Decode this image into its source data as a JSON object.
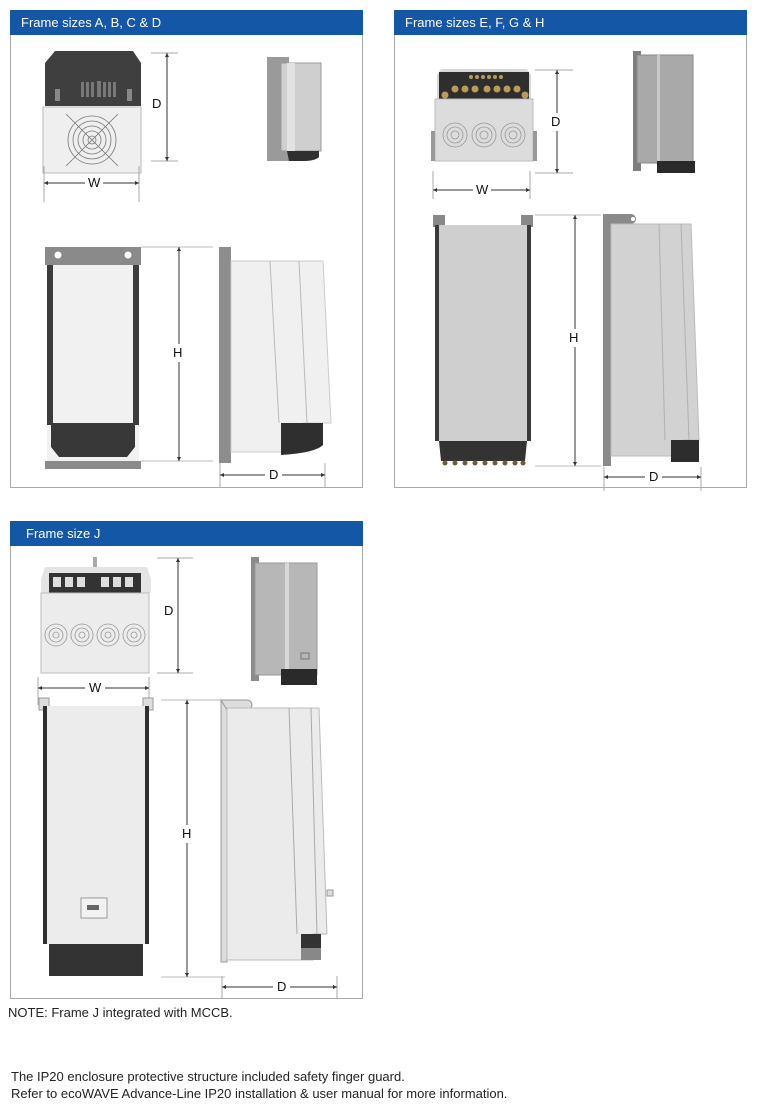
{
  "panels": [
    {
      "title": "Frame sizes A, B, C & D",
      "labels": {
        "front_depth": "D",
        "front_width": "W",
        "height": "H",
        "side_depth": "D"
      }
    },
    {
      "title": "Frame sizes E, F, G & H",
      "labels": {
        "front_depth": "D",
        "front_width": "W",
        "height": "H",
        "side_depth": "D"
      }
    },
    {
      "title": "Frame size J",
      "labels": {
        "front_depth": "D",
        "front_width": "W",
        "height": "H",
        "side_depth": "D"
      }
    }
  ],
  "notes": {
    "frame_j": "NOTE: Frame J integrated with MCCB.",
    "ip20_line1": "The IP20 enclosure protective structure included safety finger guard.",
    "ip20_line2": "Refer to ecoWAVE Advance-Line IP20 installation & user manual for more information."
  },
  "colors": {
    "header_blue": "#1457a6",
    "panel_border": "#a9a9a9",
    "device_light": "#e6e6e6",
    "device_mid": "#bdbdbd",
    "device_dark": "#3a3a3a"
  }
}
